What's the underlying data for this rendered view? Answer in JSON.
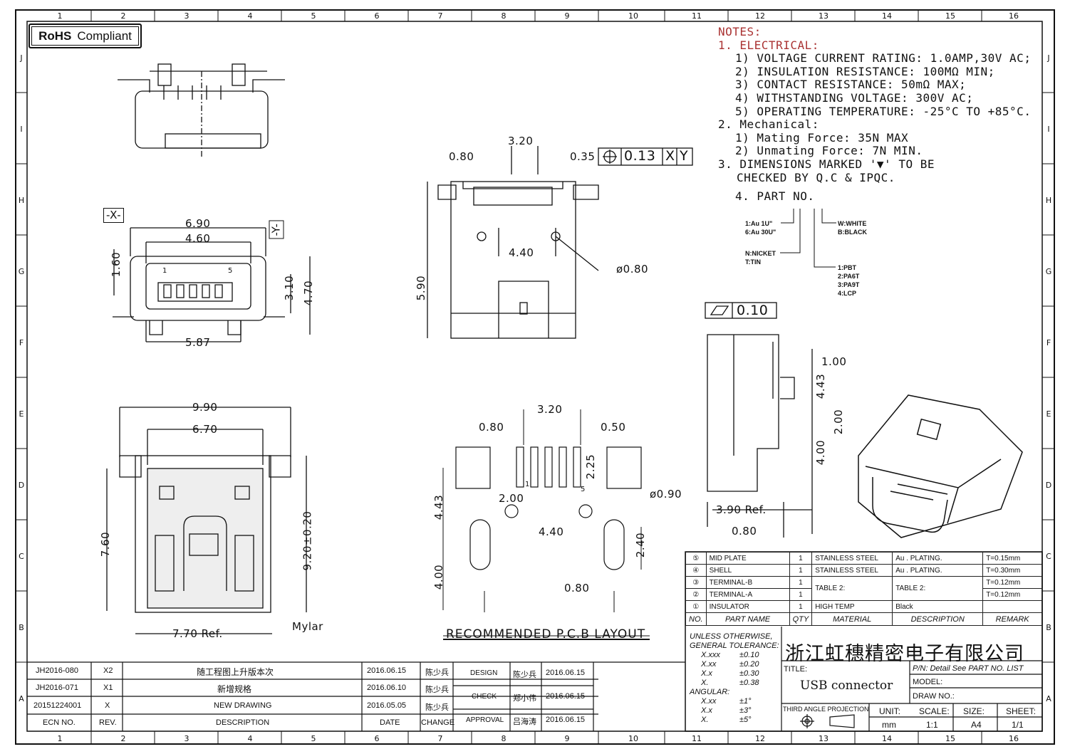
{
  "rohs": {
    "bold": "RoHS",
    "text": "Compliant"
  },
  "grid": {
    "cols": [
      "1",
      "2",
      "3",
      "4",
      "5",
      "6",
      "7",
      "8",
      "9",
      "10",
      "11",
      "12",
      "13",
      "14",
      "15",
      "16"
    ],
    "rows": [
      "J",
      "I",
      "H",
      "G",
      "F",
      "E",
      "D",
      "C",
      "B",
      "A"
    ]
  },
  "notes": {
    "title": "NOTES:",
    "l1": "1. ELECTRICAL:",
    "l1a": "1) VOLTAGE CURRENT RATING: 1.0AMP,30V AC;",
    "l1b": "2) INSULATION RESISTANCE: 100MΩ MIN;",
    "l1c": "3) CONTACT RESISTANCE: 50mΩ MAX;",
    "l1d": "4) WITHSTANDING VOLTAGE: 300V AC;",
    "l1e": "5) OPERATING TEMPERATURE: -25°C TO +85°C.",
    "l2": "2. Mechanical:",
    "l2a": "1) Mating Force: 35N MAX",
    "l2b": "2) Unmating Force: 7N MIN.",
    "l3": "3. DIMENSIONS MARKED '▼' TO BE",
    "l3b": "CHECKED BY Q.C & IPQC.",
    "l4": "4. PART NO.",
    "plating": [
      "1:Au 1U\"",
      "6:Au 30U\""
    ],
    "finish": [
      "N:NICKET",
      "T:TIN"
    ],
    "color": [
      "W:WHITE",
      "B:BLACK"
    ],
    "material": [
      "1:PBT",
      "2:PA6T",
      "3:PA9T",
      "4:LCP"
    ]
  },
  "dims": {
    "top_320": "3.20",
    "top_080": "0.80",
    "top_035": "0.35",
    "fcf_tol": "0.13",
    "fcf_x": "X",
    "fcf_y": "Y",
    "top_440": "4.40",
    "top_hole": "ø0.80",
    "top_590": "5.90",
    "x_datum": "-X-",
    "y_datum": "-Y-",
    "f_690": "6.90",
    "f_460": "4.60",
    "f_160": "1.60",
    "f_310": "3.10",
    "f_470": "4.70",
    "f_587": "5.87",
    "pin1": "1",
    "pin5": "5",
    "b_990": "9.90",
    "b_670": "6.70",
    "b_760": "7.60",
    "b_920": "9.20±0.20",
    "b_770": "7.70 Ref.",
    "mylar": "Mylar",
    "p_320": "3.20",
    "p_080": "0.80",
    "p_050": "0.50",
    "p_225": "2.25",
    "p_pin1": "1",
    "p_pin5": "5",
    "p_443": "4.43",
    "p_200": "2.00",
    "p_hole": "ø0.90",
    "p_440": "4.40",
    "p_240": "2.40",
    "p_400": "4.00",
    "p_080b": "0.80",
    "pcb_title": "RECOMMENDED P.C.B LAYOUT",
    "s_flat": "0.10",
    "s_100": "1.00",
    "s_443": "4.43",
    "s_200": "2.00",
    "s_400": "4.00",
    "s_390": "3.90 Ref.",
    "s_080": "0.80"
  },
  "bom": {
    "rows": [
      {
        "no": "⑤",
        "name": "MID PLATE",
        "qty": "1",
        "material": "STAINLESS STEEL",
        "desc": "Au . PLATING.",
        "remark": "T=0.15mm"
      },
      {
        "no": "④",
        "name": "SHELL",
        "qty": "1",
        "material": "STAINLESS STEEL",
        "desc": "Au . PLATING.",
        "remark": "T=0.30mm"
      },
      {
        "no": "③",
        "name": "TERMINAL-B",
        "qty": "1",
        "material": "TABLE 2:",
        "desc": "TABLE 2:",
        "remark": "T=0.12mm"
      },
      {
        "no": "②",
        "name": "TERMINAL-A",
        "qty": "1",
        "remark": "T=0.12mm"
      },
      {
        "no": "①",
        "name": "INSULATOR",
        "qty": "1",
        "material": "HIGH TEMP",
        "desc": "Black",
        "remark": ""
      }
    ],
    "header": {
      "no": "NO.",
      "name": "PART NAME",
      "qty": "QTY",
      "material": "MATERIAL",
      "desc": "DESCRIPTION",
      "remark": "REMARK"
    }
  },
  "tolerance": {
    "title1": "UNLESS OTHERWISE,",
    "title2": "GENERAL TOLERANCE:",
    "rows": [
      [
        "X.xxx",
        "±0.10"
      ],
      [
        "X.xx",
        "±0.20"
      ],
      [
        "X.x",
        "±0.30"
      ],
      [
        "X.",
        "±0.38"
      ]
    ],
    "angular": "ANGULAR:",
    "arows": [
      [
        "X.xx",
        "±1°"
      ],
      [
        "X.x",
        "±3°"
      ],
      [
        "X.",
        "±5°"
      ]
    ]
  },
  "title_block": {
    "company": "浙江虹穗精密电子有限公司",
    "title_label": "TITLE:",
    "title": "USB connector",
    "pn": "P/N: Detail See PART NO. LIST",
    "model": "MODEL:",
    "draw_no": "DRAW NO.:",
    "projection": "THIRD ANGLE PROJECTION",
    "unit_label": "UNIT:",
    "unit": "mm",
    "scale_label": "SCALE:",
    "scale": "1:1",
    "size_label": "SIZE:",
    "size": "A4",
    "sheet_label": "SHEET:",
    "sheet": "1/1"
  },
  "revisions": {
    "rows": [
      {
        "ecn": "JH2016-080",
        "rev": "X2",
        "desc": "随工程图上升版本次",
        "date": "2016.06.15",
        "change": "陈少兵"
      },
      {
        "ecn": "JH2016-071",
        "rev": "X1",
        "desc": "新增规格",
        "date": "2016.06.10",
        "change": "陈少兵"
      },
      {
        "ecn": "20151224001",
        "rev": "X",
        "desc": "NEW DRAWING",
        "date": "2016.05.05",
        "change": "陈少兵"
      }
    ],
    "header": {
      "ecn": "ECN NO.",
      "rev": "REV.",
      "desc": "DESCRIPTION",
      "date": "DATE",
      "change": "CHANGE"
    }
  },
  "approvals": [
    {
      "role": "DESIGN",
      "name": "陈少兵",
      "date": "2016.06.15"
    },
    {
      "role": "CHECK",
      "name": "郑小伟",
      "date": "2016.06.15"
    },
    {
      "role": "APPROVAL",
      "name": "吕海涛",
      "date": "2016.06.15"
    }
  ]
}
